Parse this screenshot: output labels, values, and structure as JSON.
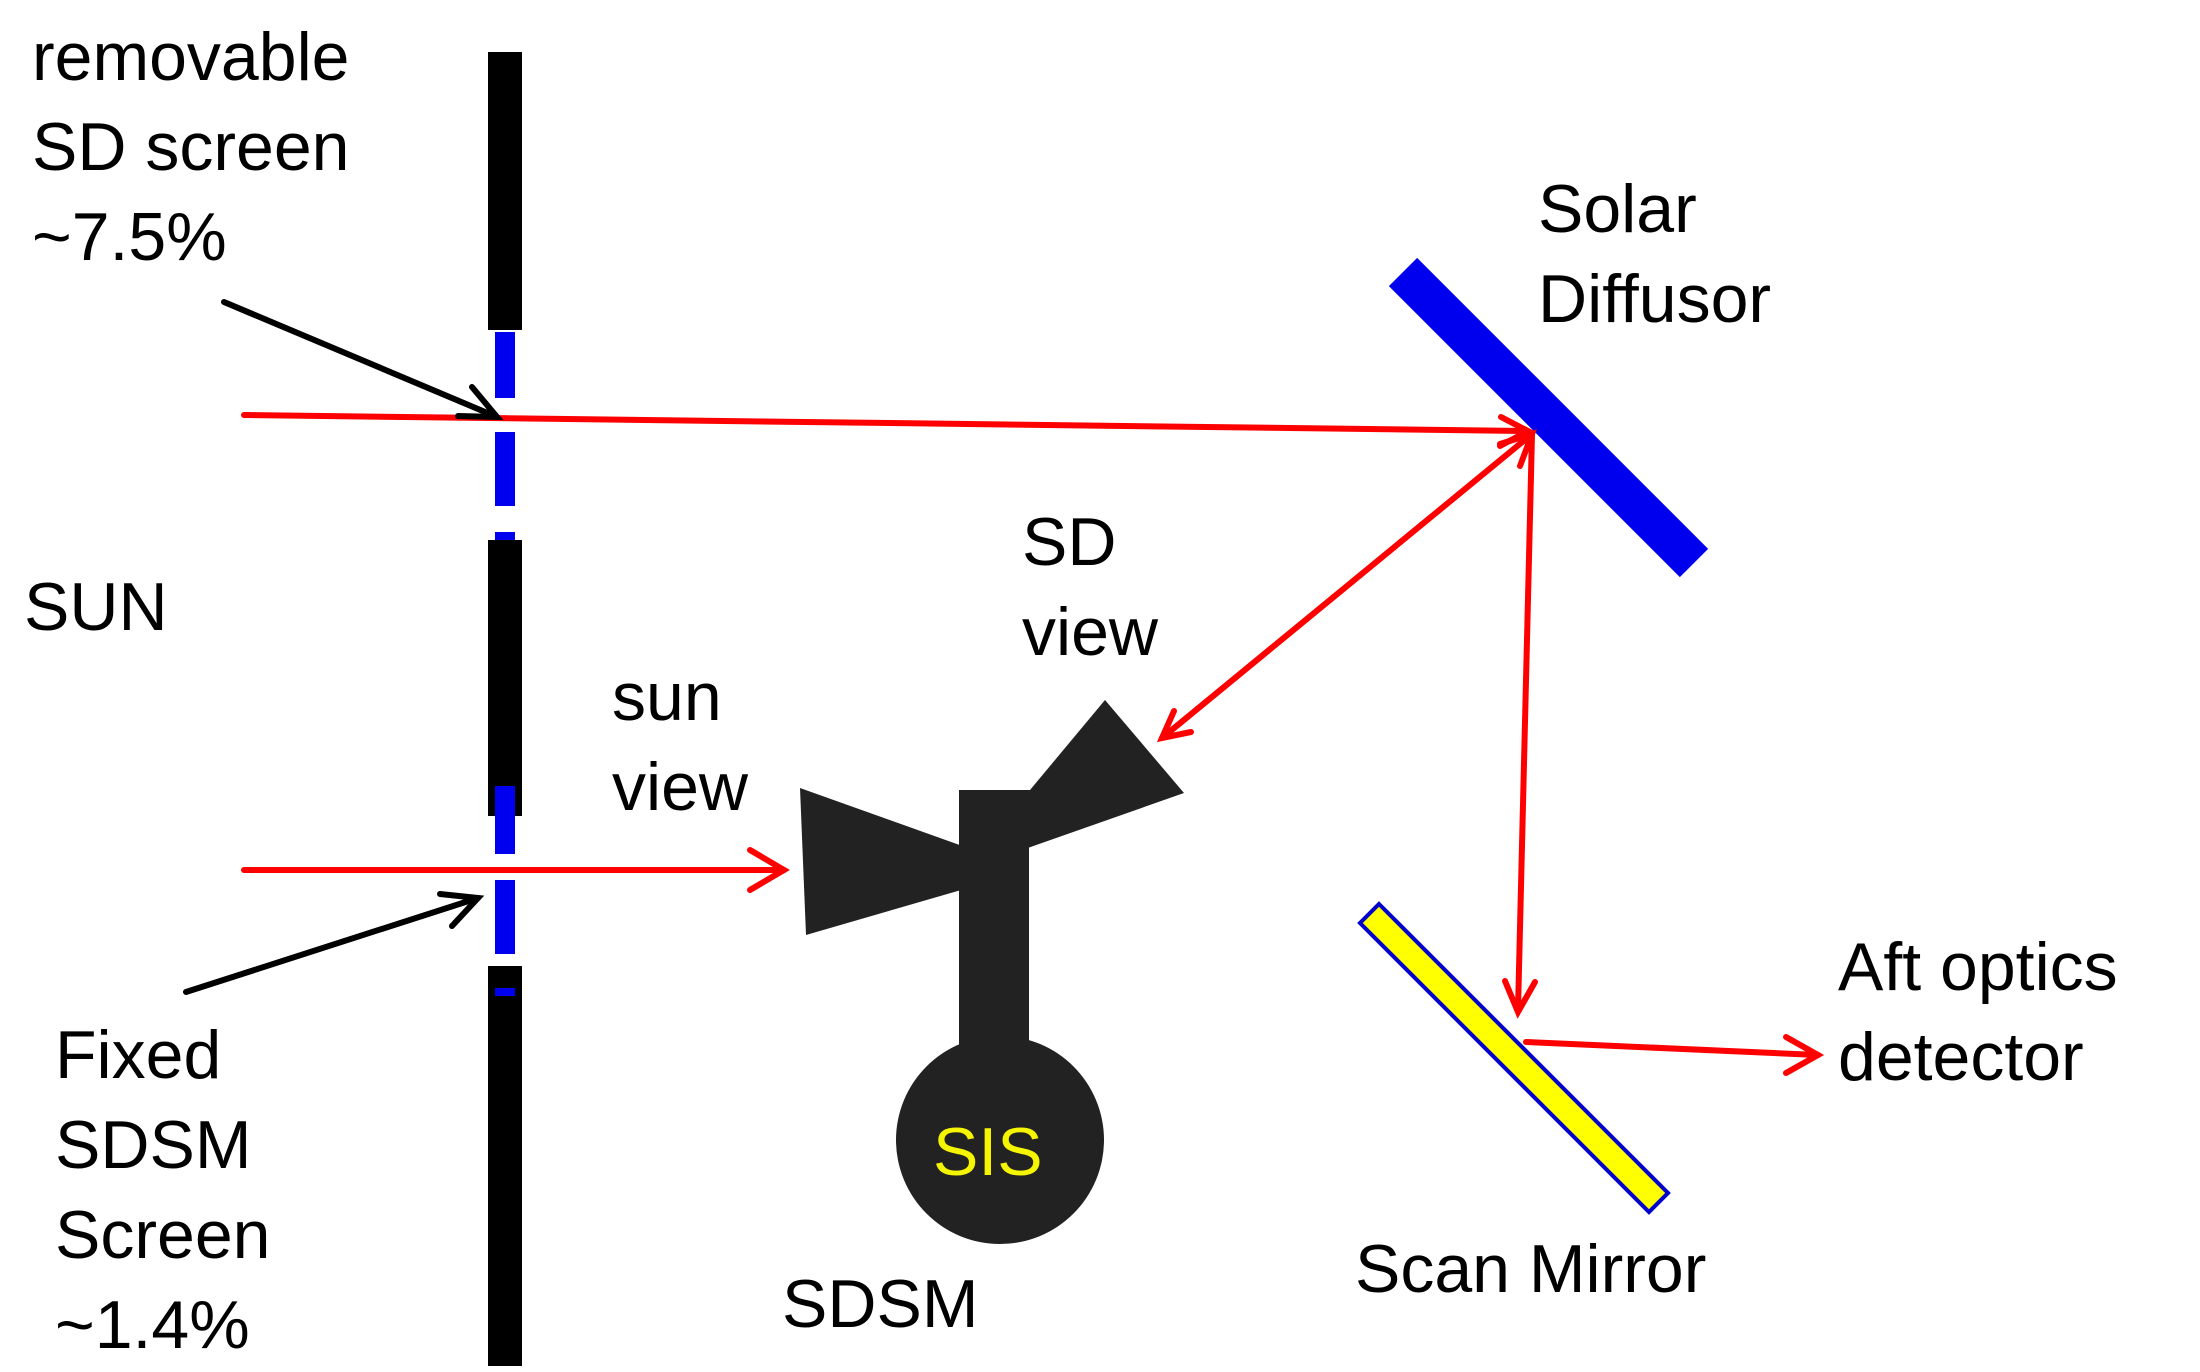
{
  "labels": {
    "removable_screen": [
      "removable",
      "SD screen",
      "~7.5%"
    ],
    "sun": "SUN",
    "fixed_screen": [
      "Fixed",
      "SDSM",
      "Screen",
      "~1.4%"
    ],
    "solar_diffusor": [
      "Solar",
      "Diffusor"
    ],
    "sd_view": [
      "SD",
      "view"
    ],
    "sun_view": [
      "sun",
      "view"
    ],
    "sis": "SIS",
    "sdsm": "SDSM",
    "scan_mirror": "Scan Mirror",
    "aft_optics": [
      "Aft optics",
      "detector"
    ]
  },
  "colors": {
    "beam": "#ff0000",
    "pointer": "#000000",
    "screen": "#000000",
    "screen_aperture": "#0000ee",
    "diffusor": "#0000ee",
    "scan_mirror_fill": "#ffff00",
    "scan_mirror_edge": "#0000cc",
    "sdsm_body": "#222222",
    "sis_text": "#f5f500"
  }
}
